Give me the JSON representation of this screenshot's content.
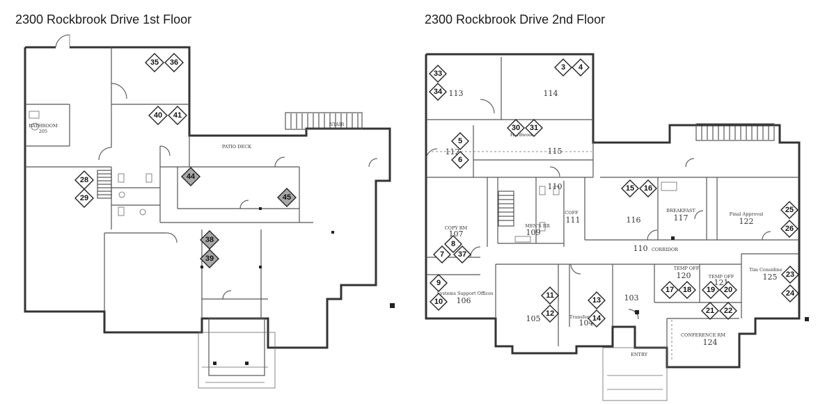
{
  "titles": {
    "first_floor": "2300 Rockbrook Drive 1st Floor",
    "second_floor": "2300 Rockbrook Drive 2nd Floor"
  },
  "first_floor": {
    "markers": [
      {
        "label": "35",
        "style": "white"
      },
      {
        "label": "36",
        "style": "white"
      },
      {
        "label": "40",
        "style": "white"
      },
      {
        "label": "41",
        "style": "white"
      },
      {
        "label": "28",
        "style": "white"
      },
      {
        "label": "29",
        "style": "white"
      },
      {
        "label": "44",
        "style": "gray"
      },
      {
        "label": "45",
        "style": "gray"
      },
      {
        "label": "38",
        "style": "gray"
      },
      {
        "label": "39",
        "style": "gray"
      }
    ],
    "room_labels": [
      "BATHROOM",
      "205",
      "PATIO DECK",
      "STAIR"
    ]
  },
  "second_floor": {
    "markers": [
      {
        "label": "33",
        "style": "white"
      },
      {
        "label": "34",
        "style": "white"
      },
      {
        "label": "3",
        "style": "white"
      },
      {
        "label": "4",
        "style": "white"
      },
      {
        "label": "5",
        "style": "white"
      },
      {
        "label": "6",
        "style": "white"
      },
      {
        "label": "30",
        "style": "white"
      },
      {
        "label": "31",
        "style": "white"
      },
      {
        "label": "15",
        "style": "white"
      },
      {
        "label": "16",
        "style": "white"
      },
      {
        "label": "25",
        "style": "white"
      },
      {
        "label": "26",
        "style": "white"
      },
      {
        "label": "8",
        "style": "white"
      },
      {
        "label": "7",
        "style": "white"
      },
      {
        "label": "37",
        "style": "white"
      },
      {
        "label": "9",
        "style": "white"
      },
      {
        "label": "10",
        "style": "white"
      },
      {
        "label": "11",
        "style": "white"
      },
      {
        "label": "12",
        "style": "white"
      },
      {
        "label": "13",
        "style": "white"
      },
      {
        "label": "14",
        "style": "white"
      },
      {
        "label": "17",
        "style": "white"
      },
      {
        "label": "18",
        "style": "white"
      },
      {
        "label": "19",
        "style": "white"
      },
      {
        "label": "20",
        "style": "white"
      },
      {
        "label": "23",
        "style": "white"
      },
      {
        "label": "24",
        "style": "white"
      },
      {
        "label": "21",
        "style": "white"
      },
      {
        "label": "22",
        "style": "white"
      }
    ],
    "rooms": [
      {
        "number": "113"
      },
      {
        "number": "114"
      },
      {
        "number": "112"
      },
      {
        "number": "115",
        "label": "Hardwood"
      },
      {
        "number": "110"
      },
      {
        "number": "116"
      },
      {
        "number": "117",
        "label": "BREAKFAST"
      },
      {
        "number": "122",
        "label": "Final Approval"
      },
      {
        "number": "107",
        "label": "COPY RM"
      },
      {
        "number": "111",
        "label": "COFF"
      },
      {
        "number": "109",
        "label": "MEN'S RR"
      },
      {
        "number": "110",
        "label": "CORRIDOR"
      },
      {
        "number": "106",
        "label": "Systems Support Offices"
      },
      {
        "number": "105"
      },
      {
        "number": "104",
        "label": "Transfer"
      },
      {
        "number": "103"
      },
      {
        "number": "120",
        "label": "TEMP OFF"
      },
      {
        "number": "121",
        "label": "TEMP OFF"
      },
      {
        "number": "125",
        "label": "Tim Considine"
      },
      {
        "number": "124",
        "label": "CONFERENCE RM"
      },
      {
        "number": "ENTRY"
      }
    ]
  }
}
